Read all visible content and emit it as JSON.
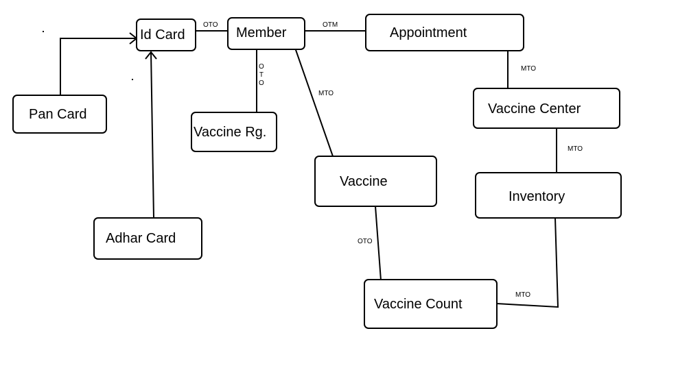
{
  "nodes": {
    "id_card": "Id Card",
    "member": "Member",
    "appointment": "Appointment",
    "pan_card": "Pan Card",
    "vaccine_rg": "Vaccine Rg.",
    "vaccine_center": "Vaccine Center",
    "vaccine": "Vaccine",
    "inventory": "Inventory",
    "adhar_card": "Adhar Card",
    "vaccine_count": "Vaccine Count"
  },
  "edges": {
    "idcard_member": "OTO",
    "member_appointment": "OTM",
    "member_vaccinerg": "OTO",
    "member_vaccine": "MTO",
    "appointment_center": "MTO",
    "center_inventory": "MTO",
    "vaccine_count": "OTO",
    "inventory_count": "MTO"
  }
}
